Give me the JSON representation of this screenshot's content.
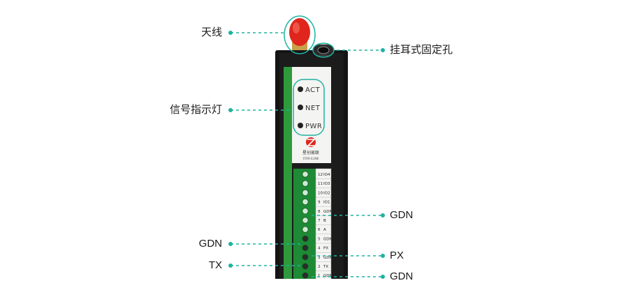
{
  "callouts": {
    "antenna": "天线",
    "mount_hole": "挂耳式固定孔",
    "signal_led": "信号指示灯",
    "gdn_right_1": "GDN",
    "gdn_left": "GDN",
    "px": "PX",
    "tx": "TX",
    "gdn_right_2": "GDN"
  },
  "leds": [
    "ACT",
    "NET",
    "PWR"
  ],
  "logo": {
    "cn": "星创易联",
    "en": "STAR-ELINK"
  },
  "terminal_labels": [
    "1",
    "2",
    "3",
    "4",
    "5",
    "6",
    "7",
    "8",
    "9",
    "10",
    "11",
    "12"
  ],
  "terminal_names": [
    "GDN",
    "TX",
    "GDN",
    "PX",
    "GDN",
    "A",
    "B",
    "GDN",
    "IO1",
    "IO2",
    "IO3",
    "IO4"
  ],
  "colors": {
    "accent": "#1db3a1",
    "device_body": "#141414",
    "panel_green": "#2e9a3c",
    "antenna_red": "#e0261c"
  }
}
